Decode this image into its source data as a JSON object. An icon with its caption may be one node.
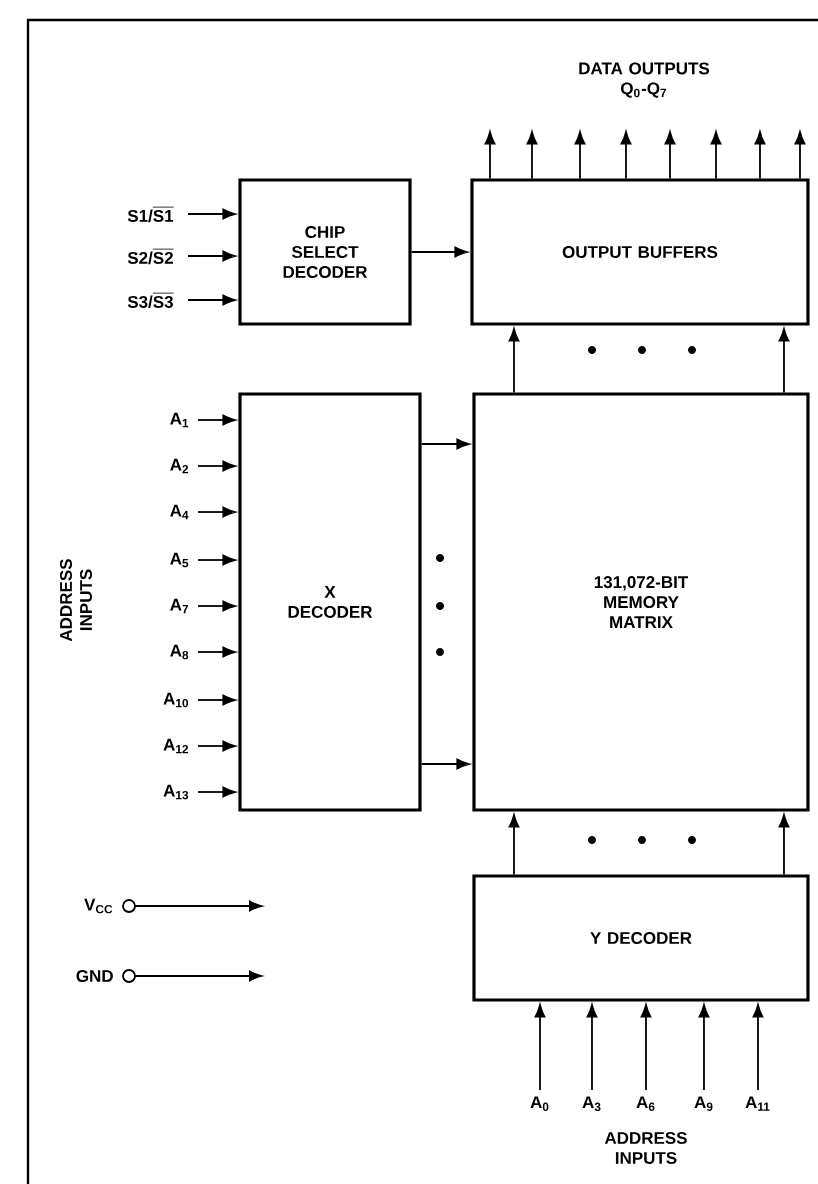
{
  "diagram": {
    "nodes": [
      {
        "text": [
          "CHIP SELECT DECODER"
        ]
      },
      {
        "text": [
          "OUTPUT BUFFERS"
        ]
      },
      {
        "text": [
          "\\textbf{S1/}\\overline{\\textbf{S1}}"
        ]
      },
      {
        "text": [
          "\\textbf{S2/}\\overline{\\textbf{S2}}"
        ]
      },
      {
        "text": [
          "\\textbf{S3/}\\overline{\\textbf{S3}}"
        ]
      },
      {
        "text": [
          "X DECODER"
        ]
      },
      {
        "text": [
          "A$_{1}$"
        ]
      },
      {
        "text": [
          "A$_{2}$"
        ]
      },
      {
        "text": [
          "A$_{4}$"
        ]
      },
      {
        "text": [
          "A$_{5}$"
        ]
      },
      {
        "text": [
          "A$_{7}$"
        ]
      },
      {
        "text": [
          "A$_{8}$"
        ]
      },
      {
        "text": [
          "A$_{10}$"
        ]
      },
      {
        "text": [
          "A$_{12}$"
        ]
      },
      {
        "text": [
          "A$_{13}$"
        ]
      },
      {
        "text": [
          "131,072-BIT MEMORY MATRIX"
        ]
      },
      {
        "text": [
          "V$_{CC}$"
        ]
      },
      {
        "text": [
          "GND"
        ]
      },
      {
        "text": [
          "Y DECODER"
        ]
      },
      {
        "text": [
          "A$_{0}$"
        ]
      },
      {
        "text": [
          "A$_{3}$"
        ]
      },
      {
        "text": [
          "A$_{6}$"
        ]
      },
      {
        "text": [
          "A$_{9}$"
        ]
      },
      {
        "text": [
          "A$_{11}$"
        ]
      }
    ],
    "edges": [
      {
        "from": 2,
        "to": 0,
        "arrow": "to"
      },
      {
        "from": 3,
        "to": 0,
        "arrow": "to"
      },
      {
        "from": 4,
        "to": 0,
        "arrow": "to"
      },
      {
        "from": 0,
        "to": 1,
        "arrow": "to"
      },
      {
        "from": 6,
        "to": 5,
        "arrow": "to"
      },
      {
        "from": 7,
        "to": 5,
        "arrow": "to"
      },
      {
        "from": 8,
        "to": 5,
        "arrow": "to"
      },
      {
        "from": 9,
        "to": 5,
        "arrow": "to"
      },
      {
        "from": 10,
        "to": 5,
        "arrow": "to"
      },
      {
        "from": 11,
        "to": 5,
        "arrow": "to"
      },
      {
        "from": 12,
        "to": 5,
        "arrow": "to"
      },
      {
        "from": 13,
        "to": 5,
        "arrow": "to"
      },
      {
        "from": 14,
        "to": 5,
        "arrow": "to"
      },
      {
        "from": 5,
        "to": 15,
        "arrow": "to"
      },
      {
        "from": 5,
        "to": 15,
        "arrow": "to"
      },
      {
        "from": 15,
        "to": 1,
        "arrow": "to"
      },
      {
        "from": 15,
        "to": 1,
        "arrow": "to"
      },
      {
        "from": 18,
        "to": 15,
        "arrow": "to"
      },
      {
        "from": 18,
        "to": 15,
        "arrow": "to"
      },
      {
        "from": 19,
        "to": 18,
        "arrow": "to"
      },
      {
        "from": 20,
        "to": 18,
        "arrow": "to"
      },
      {
        "from": 21,
        "to": 18,
        "arrow": "to"
      },
      {
        "from": 22,
        "to": 18,
        "arrow": "to"
      },
      {
        "from": 23,
        "to": 18,
        "arrow": "to"
      },
      {
        "from": 16,
        "to": null,
        "arrow": "to"
      },
      {
        "from": 17,
        "to": null,
        "arrow": "to"
      },
      {
        "from": 1,
        "to": null,
        "arrow": "to"
      },
      {
        "from": 1,
        "to": null,
        "arrow": "to"
      },
      {
        "from": 1,
        "to": null,
        "arrow": "to"
      },
      {
        "from": 1,
        "to": null,
        "arrow": "to"
      },
      {
        "from": 1,
        "to": null,
        "arrow": "to"
      },
      {
        "from": 1,
        "to": null,
        "arrow": "to"
      },
      {
        "from": 1,
        "to": null,
        "arrow": "to"
      },
      {
        "from": 1,
        "to": null,
        "arrow": "to"
      }
    ],
    "labels": [
      "DATA OUTPUTS Q$_{0}$-Q$_{7}$",
      "ADDRESS INPUTS",
      "ADDRESS INPUTS"
    ]
  }
}
